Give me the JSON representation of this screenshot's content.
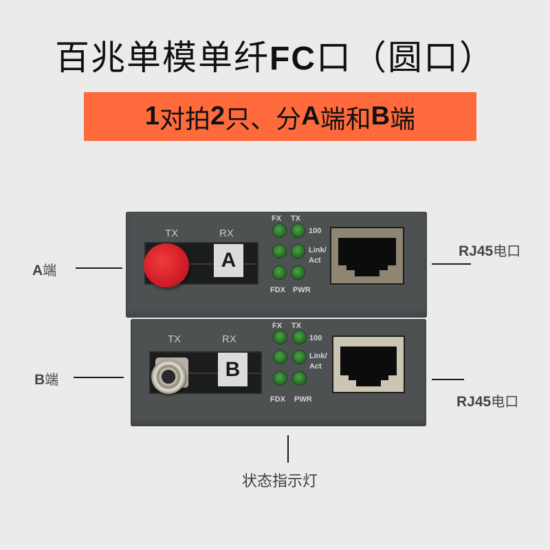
{
  "title": {
    "part1": "百兆单模单纤",
    "bold": "FC",
    "part2": "口（圆口）"
  },
  "banner": {
    "n1": "1",
    "t1": "对拍",
    "n2": "2",
    "t2": "只、分",
    "a": "A",
    "t3": "端和",
    "b": "B",
    "t4": "端",
    "color": "#ff6a3d"
  },
  "labels": {
    "a_end": {
      "letter": "A",
      "text": "端"
    },
    "b_end": {
      "letter": "B",
      "text": "端"
    },
    "rj45_top": {
      "bold": "RJ45",
      "text": "电口"
    },
    "rj45_bottom": {
      "bold": "RJ45",
      "text": "电口"
    },
    "status_leds": "状态指示灯"
  },
  "devices": [
    {
      "id": "A",
      "port_label": "A",
      "tx": "TX",
      "rx": "RX",
      "connector": "red-dust-cap",
      "led_labels": {
        "fx": "FX",
        "tx": "TX",
        "speed": "100",
        "link": "Link/",
        "act": "Act",
        "fdx": "FDX",
        "pwr": "PWR"
      }
    },
    {
      "id": "B",
      "port_label": "B",
      "tx": "TX",
      "rx": "RX",
      "connector": "fc-metal-port",
      "led_labels": {
        "fx": "FX",
        "tx": "TX",
        "speed": "100",
        "link": "Link/",
        "act": "Act",
        "fdx": "FDX",
        "pwr": "PWR"
      }
    }
  ],
  "colors": {
    "background": "#ebebeb",
    "device_body": "#4d5152",
    "led_green": "#2c7a2b",
    "dust_cap_red": "#d41f2a"
  }
}
